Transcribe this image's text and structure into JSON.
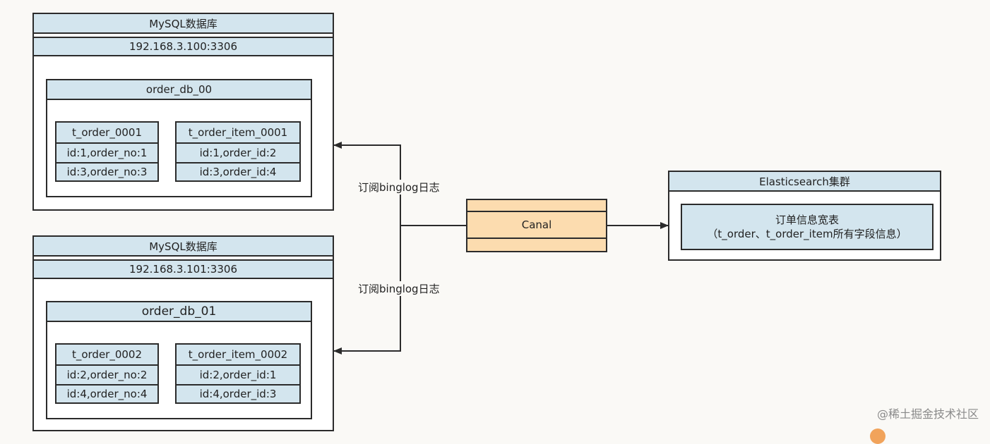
{
  "databases": [
    {
      "title": "MySQL数据库",
      "host": "192.168.3.100:3306",
      "schema": "order_db_00",
      "tables": [
        {
          "name": "t_order_0001",
          "rows": [
            "id:1,order_no:1",
            "id:3,order_no:3"
          ]
        },
        {
          "name": "t_order_item_0001",
          "rows": [
            "id:1,order_id:2",
            "id:3,order_id:4"
          ]
        }
      ]
    },
    {
      "title": "MySQL数据库",
      "host": "192.168.3.101:3306",
      "schema": "order_db_01",
      "tables": [
        {
          "name": "t_order_0002",
          "rows": [
            "id:2,order_no:2",
            "id:4,order_no:4"
          ]
        },
        {
          "name": "t_order_item_0002",
          "rows": [
            "id:2,order_id:1",
            "id:4,order_id:3"
          ]
        }
      ]
    }
  ],
  "edges": {
    "label_top": "订阅binglog日志",
    "label_bottom": "订阅binglog日志"
  },
  "canal": {
    "label": "Canal"
  },
  "elasticsearch": {
    "title": "Elasticsearch集群",
    "index_line1": "订单信息宽表",
    "index_line2": "（t_order、t_order_item所有字段信息）"
  },
  "watermark": "@稀土掘金技术社区",
  "colors": {
    "header_fill": "#d3e5ee",
    "canal_fill": "#fcdcaf",
    "border": "#2b2b2b"
  }
}
